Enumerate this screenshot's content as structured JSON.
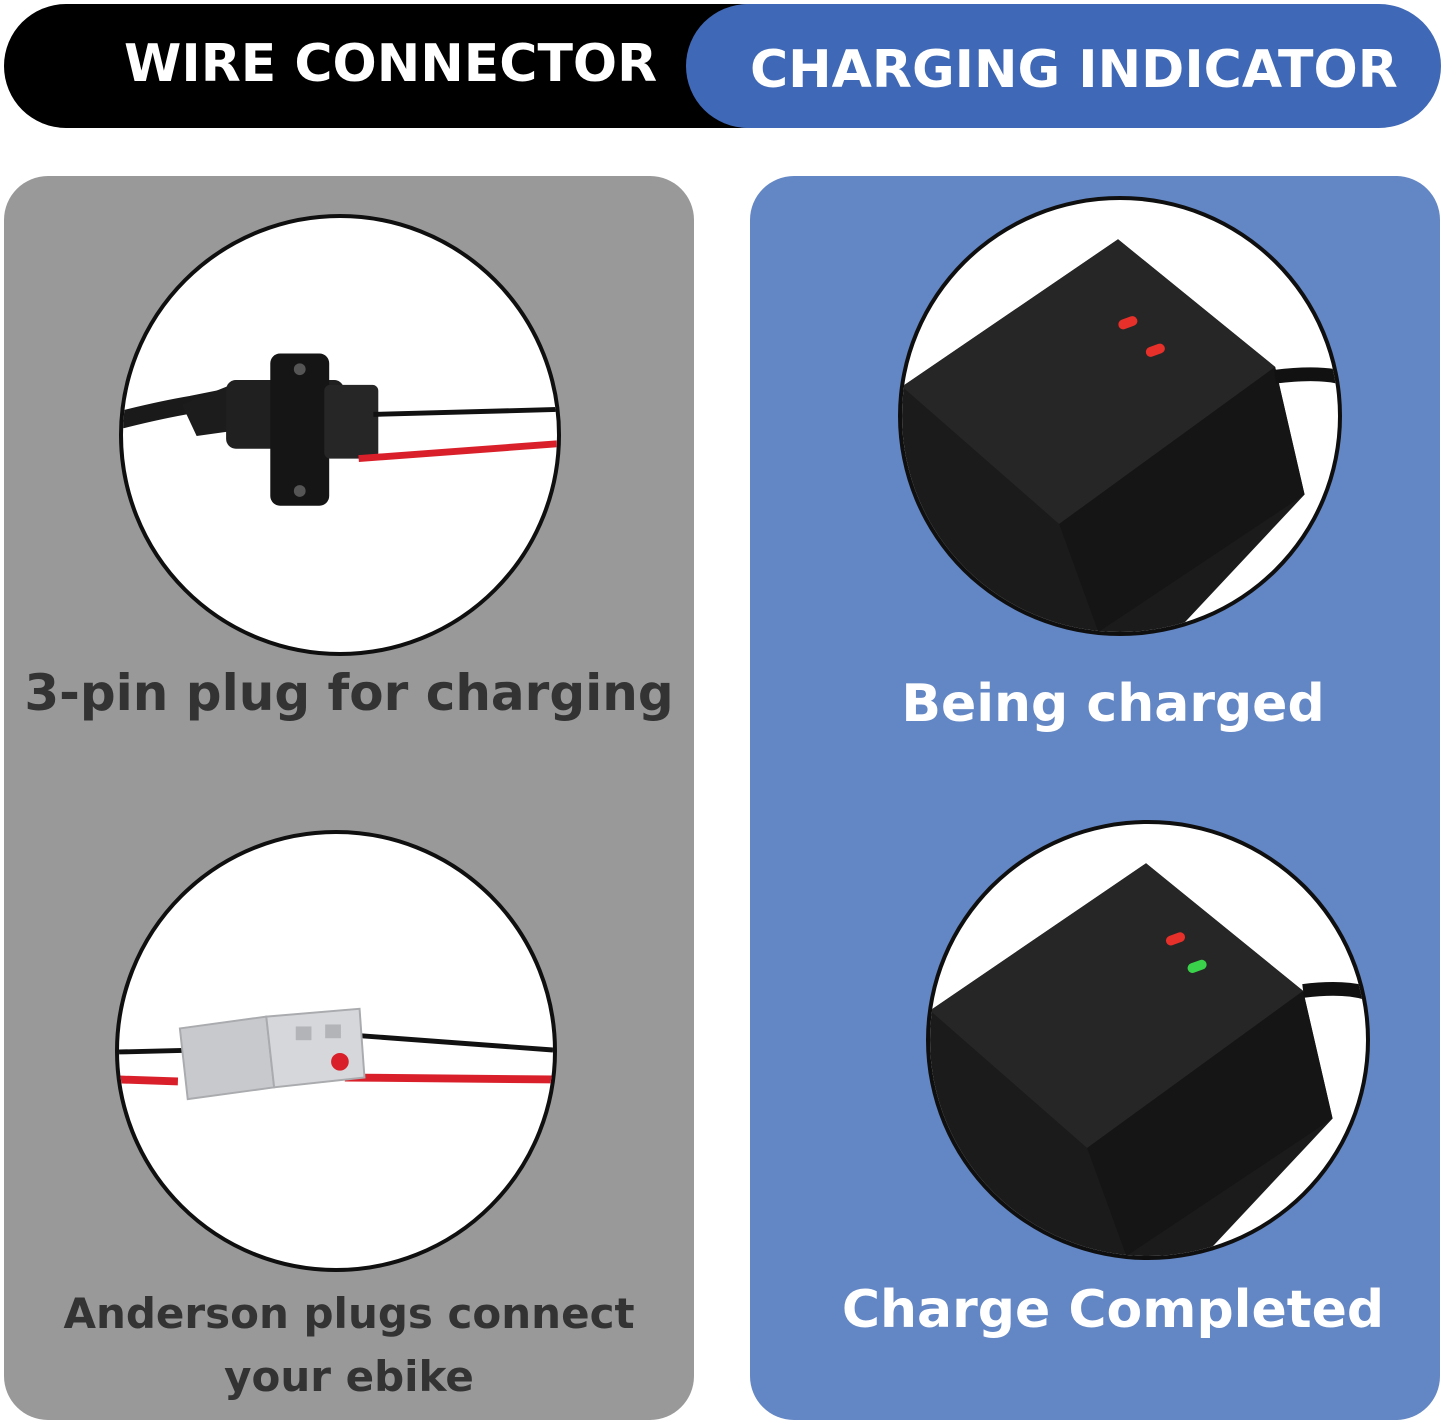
{
  "header": {
    "left_label": "WIRE CONNECTOR",
    "right_label": "CHARGING INDICATOR",
    "left_color": "#000000",
    "right_color": "#3f68b6"
  },
  "left_panel": {
    "color": "#999999",
    "items": [
      {
        "caption": "3-pin plug for charging",
        "icon": "three-pin-plug-icon"
      },
      {
        "caption_line1": "Anderson plugs connect",
        "caption_line2": "your ebike",
        "icon": "anderson-plug-icon"
      }
    ]
  },
  "right_panel": {
    "color": "#6386c4",
    "items": [
      {
        "caption": "Being charged",
        "icon": "charger-red-red-leds-icon",
        "led_colors": [
          "#e8302a",
          "#e8302a"
        ]
      },
      {
        "caption": "Charge Completed",
        "icon": "charger-red-green-leds-icon",
        "led_colors": [
          "#e8302a",
          "#3ad24a"
        ]
      }
    ]
  }
}
